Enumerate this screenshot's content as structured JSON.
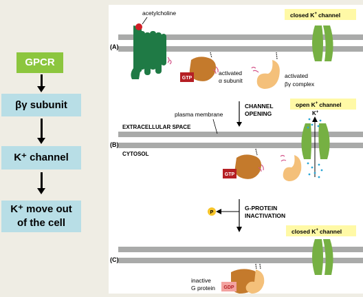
{
  "left_flow": {
    "gpcr": "GPCR",
    "step1": "βγ subunit",
    "step2": "K⁺ channel",
    "step3_line1": "K⁺ move out",
    "step3_line2": "of the cell"
  },
  "figure": {
    "panel_a": "(A)",
    "panel_b": "(B)",
    "panel_c": "(C)",
    "acetylcholine": "acetylcholine",
    "closed_channel_a": "closed K",
    "closed_channel_c": "closed K",
    "open_channel": "open K",
    "channel_suffix": "channel",
    "plus": "+",
    "gtp": "GTP",
    "gdp": "GDP",
    "activated_1": "activated",
    "alpha_subunit": "α subunit",
    "activated_2": "activated",
    "bg_complex": "βγ complex",
    "plasma_membrane": "plasma membrane",
    "channel_opening_1": "CHANNEL",
    "channel_opening_2": "OPENING",
    "extracellular": "EXTRACELLULAR SPACE",
    "cytosol": "CYTOSOL",
    "k_ion": "K",
    "phosphate": "P",
    "inactivation_1": "G-PROTEIN",
    "inactivation_2": "INACTIVATION",
    "inactive_1": "inactive",
    "inactive_2": "G protein"
  },
  "colors": {
    "gpcr_green": "#8cc63e",
    "flow_box": "#b8dee6",
    "membrane": "#a9aaa9",
    "receptor": "#1f7a45",
    "channel": "#76b043",
    "alpha": "#c47a2c",
    "gtp": "#b51f24",
    "gdp": "#f3a3a0",
    "label_yellow": "#fff9a6",
    "ion": "#2aa6d6"
  }
}
